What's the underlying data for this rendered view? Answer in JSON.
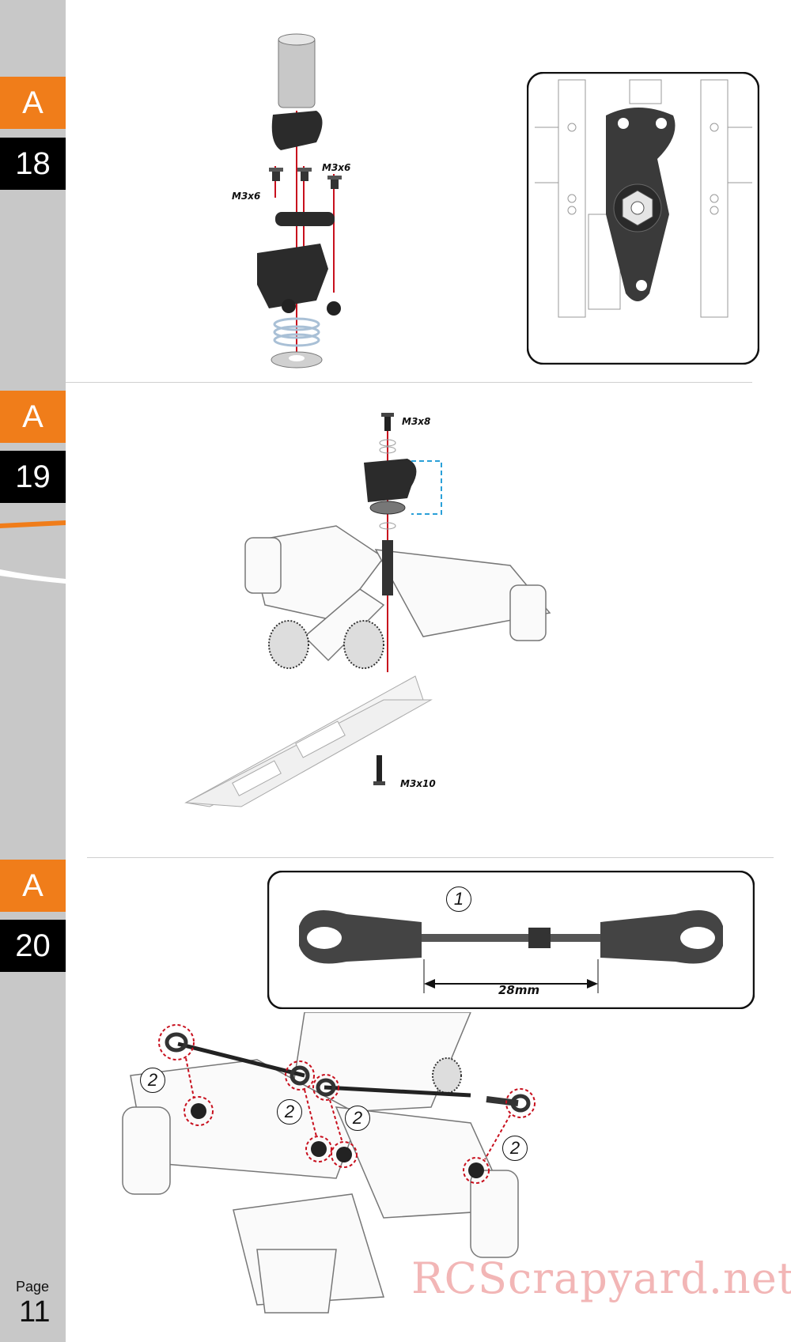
{
  "steps": [
    {
      "letter": "A",
      "number": "18"
    },
    {
      "letter": "A",
      "number": "19"
    },
    {
      "letter": "A",
      "number": "20"
    }
  ],
  "step18": {
    "screw_left": "M3x6",
    "screw_right": "M3x6"
  },
  "step19": {
    "screw_top": "M3x8",
    "screw_bottom": "M3x10"
  },
  "step20": {
    "part_marker": "1",
    "length": "28mm",
    "ball_marker": "2"
  },
  "footer": {
    "page_label": "Page",
    "page_number": "11",
    "watermark": "RCScrapyard.net"
  },
  "colors": {
    "accent": "#f07d1a",
    "sidebar": "#c8c8c8",
    "marker": "#c8101e",
    "dashed_box": "#2aa0d8"
  }
}
